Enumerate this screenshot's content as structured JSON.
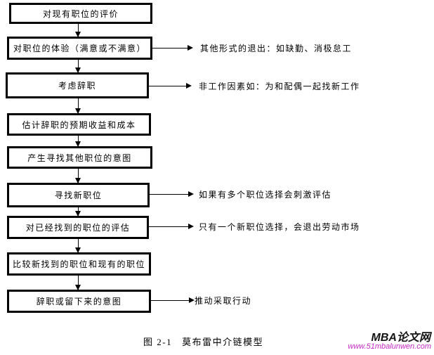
{
  "flowchart": {
    "boxes": [
      {
        "label": "对现有职位的评价"
      },
      {
        "label": "对职位的体验（满意或不满意）"
      },
      {
        "label": "考虑辞职"
      },
      {
        "label": "估计辞职的预期收益和成本"
      },
      {
        "label": "产生寻找其他职位的意图"
      },
      {
        "label": "寻找新职位"
      },
      {
        "label": "对已经找到的职位的评估"
      },
      {
        "label": "比较新找到的职位和现有的职位"
      },
      {
        "label": "辞职或留下来的意图"
      }
    ],
    "annotations": [
      {
        "label": "其他形式的退出：如缺勤、消极怠工"
      },
      {
        "label": "非工作因素如：为和配偶一起找新工作"
      },
      {
        "label": "如果有多个职位选择会刺激评估"
      },
      {
        "label": "只有一个新职位选择，会退出劳动市场"
      },
      {
        "label": "推动采取行动"
      }
    ],
    "line_color": "#000000",
    "box_border_color": "#000000"
  },
  "caption": {
    "number": "图 2-1",
    "title": "莫布雷中介链模型"
  },
  "watermark": {
    "site_name": "MBA论文网",
    "site_url": "www.51mbalunwen.com",
    "name_color": "#141414",
    "url_color": "#c32cc3"
  }
}
